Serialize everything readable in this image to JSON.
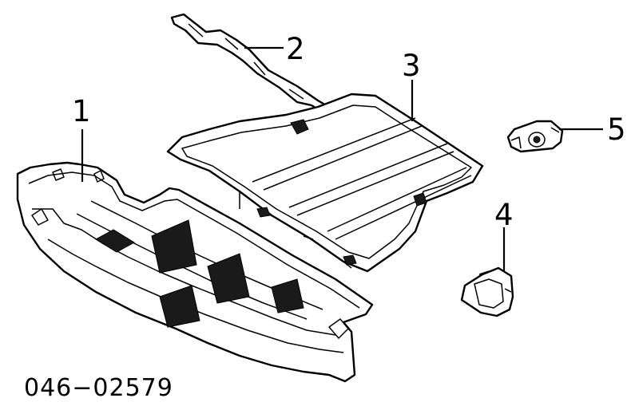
{
  "diagram": {
    "callouts": [
      {
        "id": "1",
        "label": "1"
      },
      {
        "id": "2",
        "label": "2"
      },
      {
        "id": "3",
        "label": "3"
      },
      {
        "id": "4",
        "label": "4"
      },
      {
        "id": "5",
        "label": "5"
      }
    ],
    "part_code": "046−02579"
  }
}
